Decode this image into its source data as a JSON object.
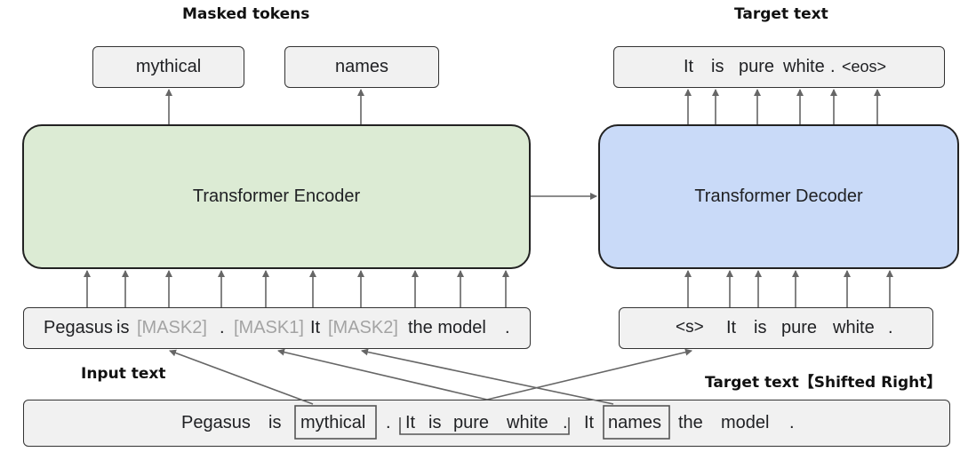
{
  "labels": {
    "masked_tokens": "Masked tokens",
    "target_text_top": "Target text",
    "input_text": "Input text",
    "target_shifted": "Target text【Shifted Right】"
  },
  "masked_outputs": [
    "mythical",
    "names"
  ],
  "target_output": [
    "It",
    "is",
    "pure",
    "white",
    ".",
    "<eos>"
  ],
  "encoder": {
    "label": "Transformer Encoder",
    "color": "#dcebd4"
  },
  "decoder": {
    "label": "Transformer Decoder",
    "color": "#c9daf8"
  },
  "encoder_input": [
    "Pegasus",
    "is",
    "[MASK2]",
    ".",
    "[MASK1]",
    "It",
    "[MASK2]",
    "the model",
    "."
  ],
  "decoder_input": [
    "<s>",
    "It",
    "is",
    "pure",
    "white",
    "."
  ],
  "source_sentence": [
    "Pegasus",
    "is",
    "mythical",
    ".",
    "It",
    "is",
    "pure",
    "white",
    ".",
    "It",
    "names",
    "the",
    "model",
    "."
  ]
}
